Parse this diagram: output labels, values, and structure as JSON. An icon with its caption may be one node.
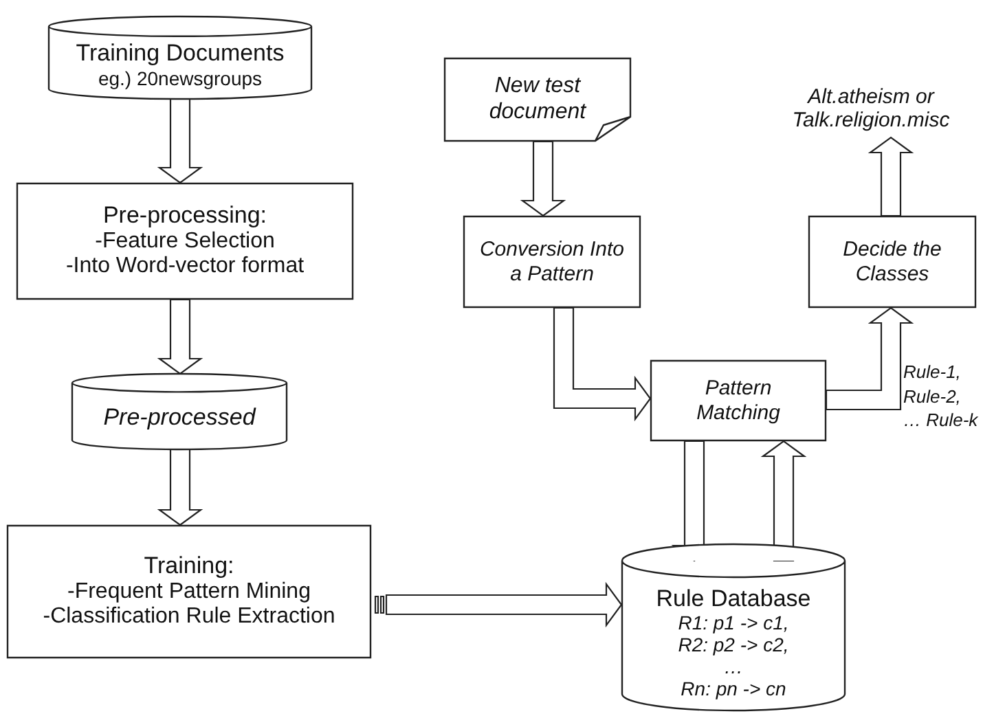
{
  "diagram": {
    "nodes": [
      {
        "text": [
          "Training Documents",
          "eg.) 20newsgroups"
        ]
      },
      {
        "text": [
          "Pre-processing:",
          "-Feature Selection",
          "-Into Word-vector format"
        ]
      },
      {
        "text": [
          "Pre-processed"
        ]
      },
      {
        "text": [
          "Training:",
          "-Frequent Pattern Mining",
          "-Classification Rule Extraction"
        ]
      },
      {
        "text": [
          "New test document"
        ]
      },
      {
        "text": [
          "Conversion Into a Pattern"
        ]
      },
      {
        "text": [
          "Pattern Matching"
        ]
      },
      {
        "text": [
          "Rule Database",
          "R1: p1 -> c1,",
          "R2: p2 -> c2,",
          "…",
          "Rn: pn -> cn"
        ]
      },
      {
        "text": [
          "Decide the Classes"
        ]
      },
      {
        "text": [
          "Alt.atheism or Talk.religion.misc"
        ]
      }
    ],
    "edges": [
      {
        "from": 0,
        "to": 1,
        "arrow": "to"
      },
      {
        "from": 1,
        "to": 2,
        "arrow": "to"
      },
      {
        "from": 2,
        "to": 3,
        "arrow": "to"
      },
      {
        "from": 3,
        "to": 7,
        "arrow": "to"
      },
      {
        "from": 4,
        "to": 5,
        "arrow": "to"
      },
      {
        "from": 5,
        "to": 6,
        "arrow": "to"
      },
      {
        "from": 6,
        "to": 7,
        "arrow": "to"
      },
      {
        "from": 7,
        "to": 6,
        "arrow": "to"
      },
      {
        "from": 6,
        "to": 8,
        "arrow": "to",
        "label": "Rule-1, Rule-2, … Rule-k"
      },
      {
        "from": 8,
        "to": 9,
        "arrow": "to"
      }
    ]
  }
}
